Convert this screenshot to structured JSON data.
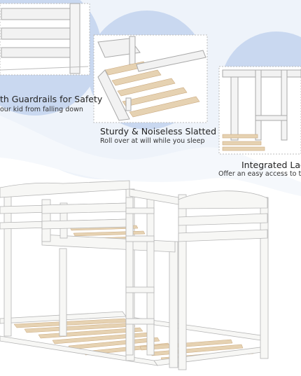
{
  "features": [
    {
      "title": "th Guardrails for Safety",
      "subtitle": "our kid from falling down"
    },
    {
      "title": "Sturdy & Noiseless Slatted",
      "subtitle": "Roll over at will while you sleep"
    },
    {
      "title": "Integrated Ladd",
      "subtitle": "Offer an easy access to the u"
    }
  ],
  "colors": {
    "accent_blue": "#e3ecf8",
    "circle_blue": "#c9d8f0",
    "frame_white": "#f7f7f5",
    "frame_outline": "#b8b8b8",
    "slat_wood": "#e6d2b2"
  }
}
